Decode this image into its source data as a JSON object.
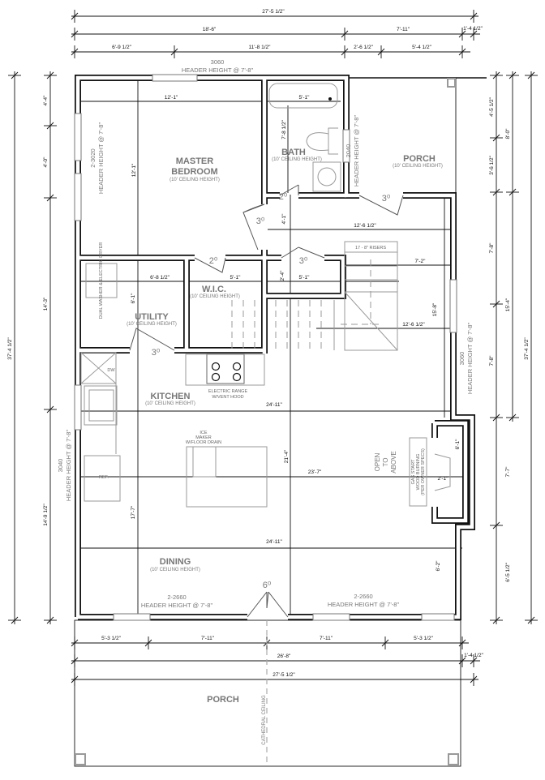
{
  "rooms": {
    "master_bedroom": {
      "line1": "MASTER",
      "line2": "BEDROOM",
      "ceiling": "(10' CEILING HEIGHT)"
    },
    "bath": {
      "name": "BATH",
      "ceiling": "(10' CEILING HEIGHT)"
    },
    "porch_top": {
      "name": "PORCH",
      "ceiling": "(10' CEILING HEIGHT)"
    },
    "wic": {
      "name": "W.I.C.",
      "ceiling": "(10' CEILING HEIGHT)"
    },
    "utility": {
      "name": "UTILITY",
      "ceiling": "(10' CEILING HEIGHT)"
    },
    "kitchen": {
      "name": "KITCHEN",
      "ceiling": "(10' CEILING HEIGHT)"
    },
    "dining": {
      "name": "DINING",
      "ceiling": "(10' CEILING HEIGHT)"
    },
    "porch_bottom": {
      "name": "PORCH",
      "note": "CATHEDRAL CEILING"
    }
  },
  "windows": {
    "top": {
      "size": "3060",
      "header": "HEADER HEIGHT @ 7'-8\""
    },
    "bedroom_left": {
      "size": "2-3020",
      "header": "HEADER HEIGHT @ 7'-8\""
    },
    "bath": {
      "size": "2040",
      "header": "HEADER HEIGHT @ 7'-8\""
    },
    "right": {
      "size": "3060",
      "header": "HEADER HEIGHT @ 7'-8\""
    },
    "kitchen_left": {
      "size": "3040",
      "header": "HEADER HEIGHT @ 7'-8\""
    },
    "dining_left": {
      "size": "2-2660",
      "header": "HEADER HEIGHT @ 7'-8\""
    },
    "dining_right": {
      "size": "2-2660",
      "header": "HEADER HEIGHT @ 7'-8\""
    }
  },
  "doors": {
    "bath": "2⁰",
    "bedroom": "3⁰",
    "closet": "3⁰",
    "wic": "2⁰",
    "utility": "3⁰",
    "porch": "3⁰",
    "dining": "6⁰"
  },
  "fixtures": {
    "washer": "DUAL WASHER & ELECTRIC DRYER",
    "dw": "DW",
    "ref": "REF.",
    "range": [
      "ELECTRIC RANGE",
      "W/VENT HOOD"
    ],
    "island": [
      "ICE",
      "MAKER",
      "W/FLOOR DRAIN"
    ],
    "risers": "17 - 8\" RISERS",
    "open": [
      "OPEN",
      "TO",
      "ABOVE"
    ],
    "fireplace": [
      "GAS START",
      "WOOD BURNING",
      "(PER OWNER SPECS)"
    ]
  },
  "dims": {
    "top": {
      "overall": "27'-5 1/2\"",
      "a": "18'-6\"",
      "b": "7'-11\"",
      "c": "1'-4 1/2\"",
      "d": "6'-9 1/2\"",
      "e": "11'-8 1/2\"",
      "f": "2'-6 1/2\"",
      "g": "5'-4 1/2\""
    },
    "left": {
      "overall": "37'-4 1/2\"",
      "a": "4'-4\"",
      "b": "4'-0\"",
      "c": "14'-3\"",
      "d": "14'-9 1/2\""
    },
    "right": {
      "a": "4'-5 1/2\"",
      "b": "3'-6 1/2\"",
      "c": "8'-0\"",
      "d": "7'-8\"",
      "e": "7'-8\"",
      "f": "15'-4\"",
      "overall": "37'-4 1/2\"",
      "g": "7'-7\"",
      "h": "6'-5 1/2\""
    },
    "bottom": {
      "a": "5'-3 1/2\"",
      "b": "7'-11\"",
      "c": "7'-11\"",
      "d": "5'-3 1/2\"",
      "e": "26'-8\"",
      "f": "1'-4 1/2\"",
      "overall": "27'-5 1/2\""
    },
    "interior": {
      "bed_w": "12'-1\"",
      "bed_h": "12'-1\"",
      "bath_w": "5'-1\"",
      "bath_h": "7'-8 1/2\"",
      "hall": "4'-1\"",
      "great_w1": "12'-6 1/2\"",
      "great_w2": "12'-6 1/2\"",
      "stair_w": "7'-2\"",
      "util_w": "6'-8 1/2\"",
      "wic_w": "5'-1\"",
      "closet_w": "5'-1\"",
      "closet_h": "2'-4\"",
      "util_h": "6'-1\"",
      "great_h": "15'-8\"",
      "kitchen_w": "24'-11\"",
      "dining_w": "24'-11\"",
      "center_h": "21'-4\"",
      "mid_w": "23'-7\"",
      "left_h": "17'-7\"",
      "fp_h": "6'-1\"",
      "fp_d": "2'-1\"",
      "fp_low": "6'-2\""
    }
  }
}
